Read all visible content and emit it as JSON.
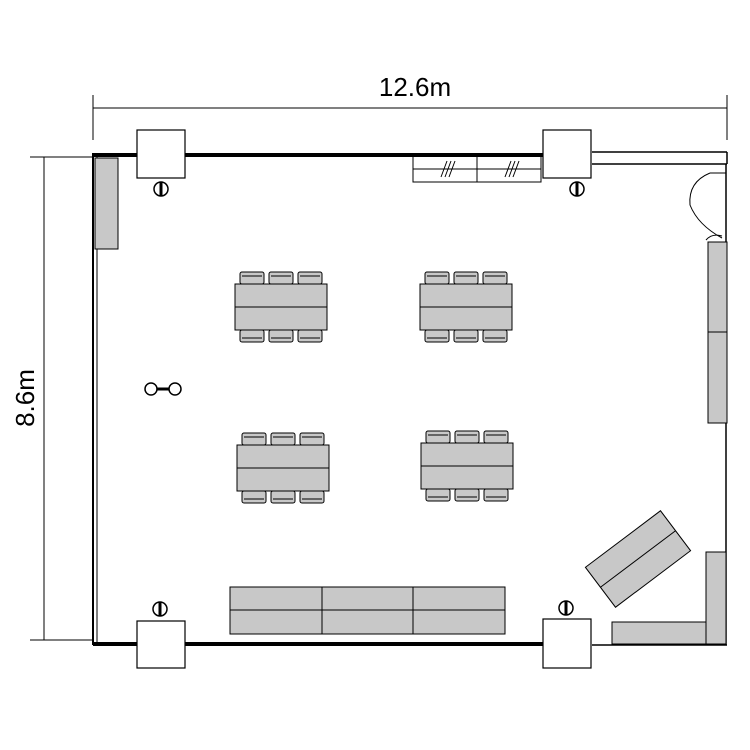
{
  "dimensions": {
    "width_label": "12.6m",
    "height_label": "8.6m"
  },
  "colors": {
    "furniture_fill": "#c8c8c8",
    "line": "#000000",
    "background": "#ffffff"
  },
  "furniture": {
    "table_groups": 4,
    "chairs_per_side": 3,
    "counter_segments": 3
  }
}
